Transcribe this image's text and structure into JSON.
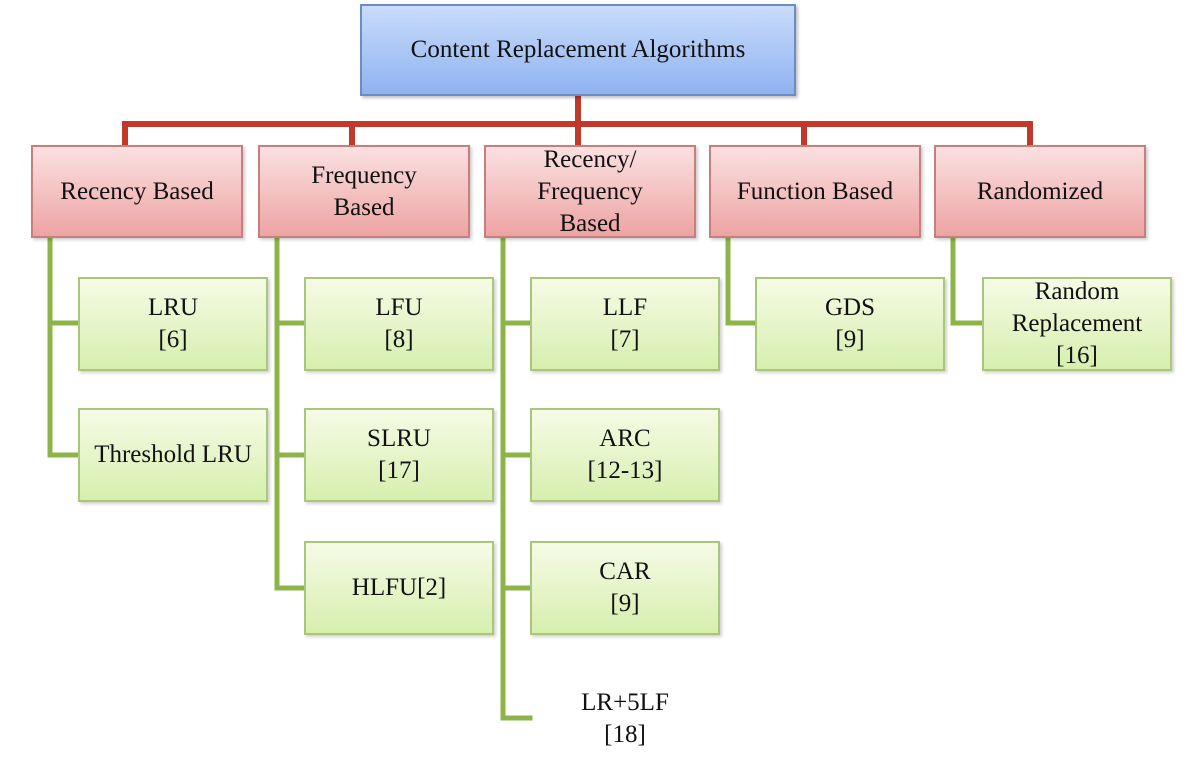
{
  "diagram": {
    "root": {
      "lines": [
        "Content Replacement Algorithms"
      ]
    },
    "categories": [
      {
        "lines": [
          "Recency Based"
        ],
        "children": [
          {
            "lines": [
              "LRU",
              "[6]"
            ]
          },
          {
            "lines": [
              "Threshold LRU"
            ]
          }
        ]
      },
      {
        "lines": [
          "Frequency",
          "Based"
        ],
        "children": [
          {
            "lines": [
              "LFU",
              "[8]"
            ]
          },
          {
            "lines": [
              "SLRU",
              "[17]"
            ]
          },
          {
            "lines": [
              "HLFU[2]"
            ]
          }
        ]
      },
      {
        "lines": [
          "Recency/",
          "Frequency",
          "Based"
        ],
        "children": [
          {
            "lines": [
              "LLF",
              "[7]"
            ]
          },
          {
            "lines": [
              "ARC",
              "[12-13]"
            ]
          },
          {
            "lines": [
              "CAR",
              "[9]"
            ]
          },
          {
            "lines": [
              "LR+5LF",
              "[18]"
            ]
          }
        ]
      },
      {
        "lines": [
          "Function Based"
        ],
        "children": [
          {
            "lines": [
              "GDS",
              "[9]"
            ]
          }
        ]
      },
      {
        "lines": [
          "Randomized"
        ],
        "children": [
          {
            "lines": [
              "Random",
              "Replacement",
              "[16]"
            ]
          }
        ]
      }
    ]
  },
  "colors": {
    "root_connector": "#c0392b",
    "leaf_connector": "#8cb449"
  }
}
